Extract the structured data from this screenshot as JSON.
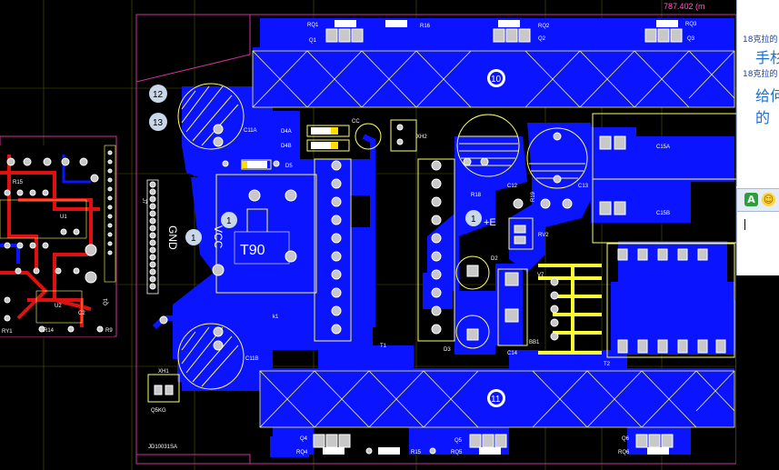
{
  "status": {
    "coordinate_readout": "787.402 (m"
  },
  "board": {
    "id_label": "JD10031SA",
    "vcc": "VCC",
    "gnd": "GND",
    "t90": "T90",
    "tr_big": "T90",
    "labels": {
      "rq1": "RQ1",
      "q1": "Q1",
      "r16": "R16",
      "rq2": "RQ2",
      "q2": "Q2",
      "rq3": "RQ3",
      "q3": "Q3",
      "c11a": "C11A",
      "c11b": "C11B",
      "d4a": "D4A",
      "d4b": "D4B",
      "cc": "CC",
      "xh2": "XH2",
      "d5": "D5",
      "k1": "k1",
      "t1": "T1",
      "r18": "R18",
      "c12": "C12",
      "r19": "R19",
      "c13": "C13",
      "c15a": "C15A",
      "c15b": "C15B",
      "e": "+E",
      "rv2": "RV2",
      "d2": "D2",
      "d3": "D3",
      "v7": "V7",
      "c14": "C14",
      "bb1": "BB1",
      "t2": "T2",
      "j7": "J7",
      "xh1": "XH1",
      "q5kg": "Q5KG",
      "q4": "Q4",
      "rq4": "RQ4",
      "r15": "R15",
      "q5": "Q5",
      "rq5": "RQ5",
      "q6": "Q6",
      "rq6": "RQ6",
      "u1": "U1",
      "u2": "U2",
      "r14": "R14",
      "r9": "R9",
      "ry1": "RY1",
      "r15l": "R15",
      "c2": "C2",
      "q1l": "Q1"
    },
    "fiducials": {
      "f10": "10",
      "f11": "11",
      "f12": "12",
      "f13": "13",
      "f1a": "1",
      "f1b": "1",
      "f1c": "1",
      "f1d": "1"
    }
  },
  "chat": {
    "sender_1": "18克拉的",
    "msg_1": "手杉",
    "sender_2": "18克拉的",
    "msg_2_line1": "给何",
    "msg_2_line2": "的",
    "tool_font_icon": "A",
    "tool_emoji_icon": "☺"
  },
  "colors": {
    "copper": "#0a14ff",
    "silk": "#ffff66",
    "outline": "#cc3399",
    "grid": "#555500",
    "trace_red": "#e01010"
  }
}
